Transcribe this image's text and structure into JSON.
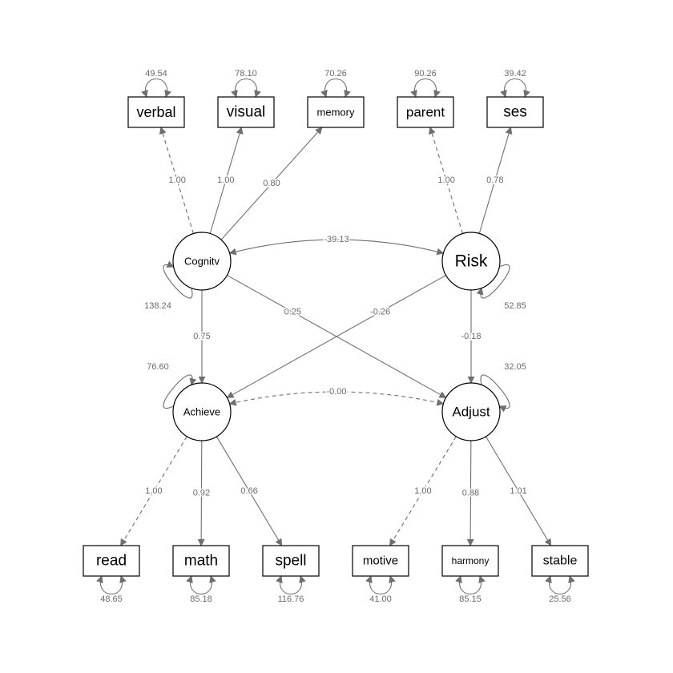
{
  "nodes": {
    "verbal": {
      "label": "verbal",
      "type": "observed",
      "residual": "49.54"
    },
    "visual": {
      "label": "visual",
      "type": "observed",
      "residual": "78.10"
    },
    "memory": {
      "label": "memory",
      "type": "observed",
      "residual": "70.26"
    },
    "parent": {
      "label": "parent",
      "type": "observed",
      "residual": "90.26"
    },
    "ses": {
      "label": "ses",
      "type": "observed",
      "residual": "39.42"
    },
    "Cognitv": {
      "label": "Cognitv",
      "type": "latent",
      "residual": "138.24"
    },
    "Risk": {
      "label": "Risk",
      "type": "latent",
      "residual": "52.85"
    },
    "Achieve": {
      "label": "Achieve",
      "type": "latent",
      "residual": "76.60"
    },
    "Adjust": {
      "label": "Adjust",
      "type": "latent",
      "residual": "32.05"
    },
    "read": {
      "label": "read",
      "type": "observed",
      "residual": "48.65"
    },
    "math": {
      "label": "math",
      "type": "observed",
      "residual": "85.18"
    },
    "spell": {
      "label": "spell",
      "type": "observed",
      "residual": "116.76"
    },
    "motive": {
      "label": "motive",
      "type": "observed",
      "residual": "41.00"
    },
    "harmony": {
      "label": "harmony",
      "type": "observed",
      "residual": "85.15"
    },
    "stable": {
      "label": "stable",
      "type": "observed",
      "residual": "25.56"
    }
  },
  "edges": [
    {
      "from": "Cognitv",
      "to": "verbal",
      "label": "1.00",
      "fixed": true
    },
    {
      "from": "Cognitv",
      "to": "visual",
      "label": "1.00",
      "fixed": false
    },
    {
      "from": "Cognitv",
      "to": "memory",
      "label": "0.80",
      "fixed": false
    },
    {
      "from": "Risk",
      "to": "parent",
      "label": "1.00",
      "fixed": true
    },
    {
      "from": "Risk",
      "to": "ses",
      "label": "0.78",
      "fixed": false
    },
    {
      "from": "Cognitv",
      "to": "Achieve",
      "label": "0.75",
      "fixed": false
    },
    {
      "from": "Cognitv",
      "to": "Adjust",
      "label": "0.25",
      "fixed": false
    },
    {
      "from": "Risk",
      "to": "Achieve",
      "label": "-0.26",
      "fixed": false
    },
    {
      "from": "Risk",
      "to": "Adjust",
      "label": "-0.18",
      "fixed": false
    },
    {
      "from": "Achieve",
      "to": "read",
      "label": "1.00",
      "fixed": true
    },
    {
      "from": "Achieve",
      "to": "math",
      "label": "0.92",
      "fixed": false
    },
    {
      "from": "Achieve",
      "to": "spell",
      "label": "0.66",
      "fixed": false
    },
    {
      "from": "Adjust",
      "to": "motive",
      "label": "1.00",
      "fixed": true
    },
    {
      "from": "Adjust",
      "to": "harmony",
      "label": "0.88",
      "fixed": false
    },
    {
      "from": "Adjust",
      "to": "stable",
      "label": "1.01",
      "fixed": false
    }
  ],
  "covariances": [
    {
      "a": "Cognitv",
      "b": "Risk",
      "label": "-39.13",
      "dashed": false
    },
    {
      "a": "Achieve",
      "b": "Adjust",
      "label": "-0.00",
      "dashed": true
    }
  ]
}
